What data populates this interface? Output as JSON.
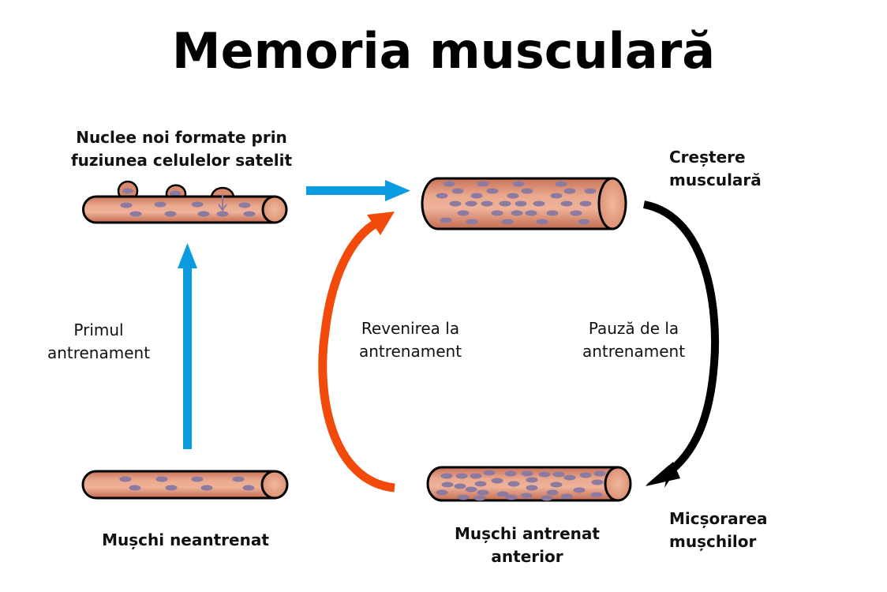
{
  "title": "Memoria musculară",
  "labels": {
    "new_nuclei": [
      "Nuclee noi formate prin",
      "fuziunea celulelor satelit"
    ],
    "growth": [
      "Creștere",
      "musculară"
    ],
    "first_training": [
      "Primul",
      "antrenament"
    ],
    "return_training": [
      "Revenirea la",
      "antrenament"
    ],
    "training_pause": [
      "Pauză de la",
      "antrenament"
    ],
    "untrained_muscle": [
      "Mușchi neantrenat"
    ],
    "previously_trained": [
      "Mușchi antrenat",
      "anterior"
    ],
    "shrinkage": [
      "Micșorarea",
      "mușchilor"
    ]
  },
  "colors": {
    "fiber_fill": "#e8a58a",
    "fiber_edge": "#c8735a",
    "nucleus": "#8c7aa0",
    "blue_arrow": "#0a9be0",
    "orange_arrow": "#f24a0a",
    "black_arrow": "#000000"
  },
  "fibers": [
    {
      "id": "untrained",
      "nuclei_count": 8
    },
    {
      "id": "satellite-fusion",
      "nuclei_count": 10,
      "satellite_cells": 3
    },
    {
      "id": "grown",
      "nuclei_count": 36
    },
    {
      "id": "previously-trained",
      "nuclei_count": 38
    }
  ]
}
